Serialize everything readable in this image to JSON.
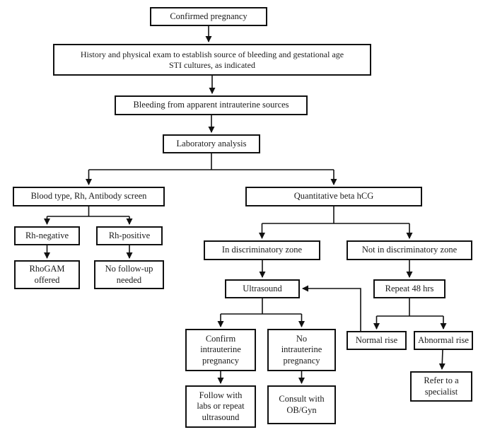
{
  "diagram": {
    "type": "flowchart",
    "colors": {
      "border": "#111111",
      "background": "#ffffff",
      "text": "#1a1a1a"
    },
    "nodes": {
      "confirmed_pregnancy": "Confirmed pregnancy",
      "history_exam": "History and physical exam to establish source of bleeding and gestational age\nSTI cultures, as indicated",
      "bleeding_source": "Bleeding from apparent intrauterine sources",
      "laboratory_analysis": "Laboratory analysis",
      "blood_type": "Blood type, Rh, Antibody screen",
      "rh_negative": "Rh-negative",
      "rh_positive": "Rh-positive",
      "rhogam_offered": "RhoGAM\noffered",
      "no_followup": "No follow-up\nneeded",
      "quantitative_hcg": "Quantitative beta hCG",
      "in_zone": "In discriminatory zone",
      "not_in_zone": "Not in discriminatory zone",
      "ultrasound": "Ultrasound",
      "repeat_48": "Repeat 48 hrs",
      "confirm_iup": "Confirm\nintrauterine\npregnancy",
      "no_iup": "No\nintrauterine\npregnancy",
      "normal_rise": "Normal rise",
      "abnormal_rise": "Abnormal rise",
      "follow_labs": "Follow with\nlabs or repeat\nultrasound",
      "consult_obgyn": "Consult with\nOB/Gyn",
      "refer_specialist": "Refer to a\nspecialist"
    }
  }
}
